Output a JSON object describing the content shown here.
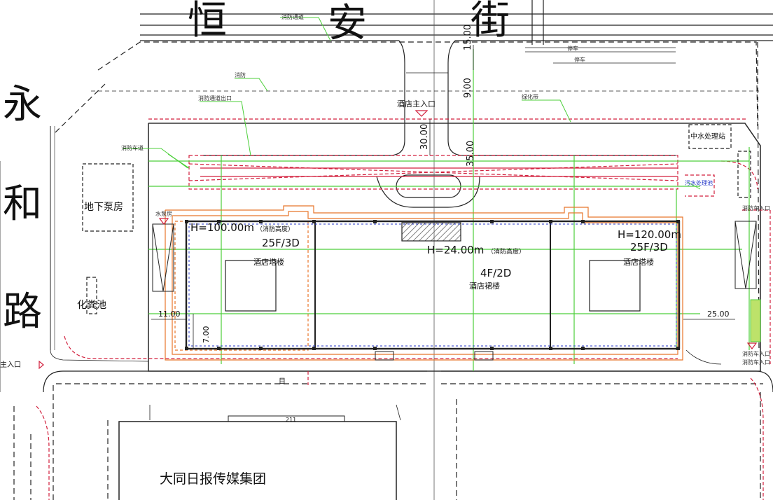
{
  "roads": {
    "north": [
      "恒",
      "安",
      "街"
    ],
    "west": [
      "永",
      "和",
      "路"
    ]
  },
  "labels": {
    "hotel_main_entrance": "酒店主入口",
    "side_entrance": "主入口",
    "underground_pump_room": "地下泵房",
    "septic_tank": "化粪池",
    "water_treatment": "中水处理站",
    "sewage_pool": "污水处理池",
    "newspaper_group": "大同日报传媒集团",
    "mark_mu": "目",
    "mark_211": "211"
  },
  "buildings": {
    "west_tower": {
      "height": "H=100.00m",
      "height_note": "（消防高度）",
      "floors": "25F/3D",
      "name": "酒店塔楼"
    },
    "east_tower": {
      "height": "H=120.00m",
      "floors": "25F/3D",
      "name": "酒店塔楼"
    },
    "podium": {
      "height": "H=24.00m",
      "height_note": "（消防高度）",
      "floors": "4F/2D",
      "name": "酒店裙楼"
    }
  },
  "dimensions": {
    "d_15": "15.00",
    "d_9": "9.00",
    "d_30": "30.00",
    "d_35": "35.00",
    "d_11": "11.00",
    "d_7": "7.00",
    "d_25": "25.00"
  },
  "annotations": {
    "note_top": "消防通道",
    "note_fire_road": "消防",
    "note_lane": "消防通道出口",
    "note_greenery": "绿化带",
    "note_access": "消防车道",
    "note_mark1": "水泵房",
    "note_mark2": "消防车入口",
    "note_mark3": "消防车入口",
    "note_mark4": "消防车入口",
    "note_parking1": "停车",
    "note_parking2": "停车"
  },
  "colors": {
    "boundary_red": "#d21f3c",
    "fire_green": "#4ccf3a",
    "building_orange": "#e8762a",
    "dim_blue": "#2437c9",
    "line_black": "#222222",
    "hatch_gray": "#777777"
  }
}
